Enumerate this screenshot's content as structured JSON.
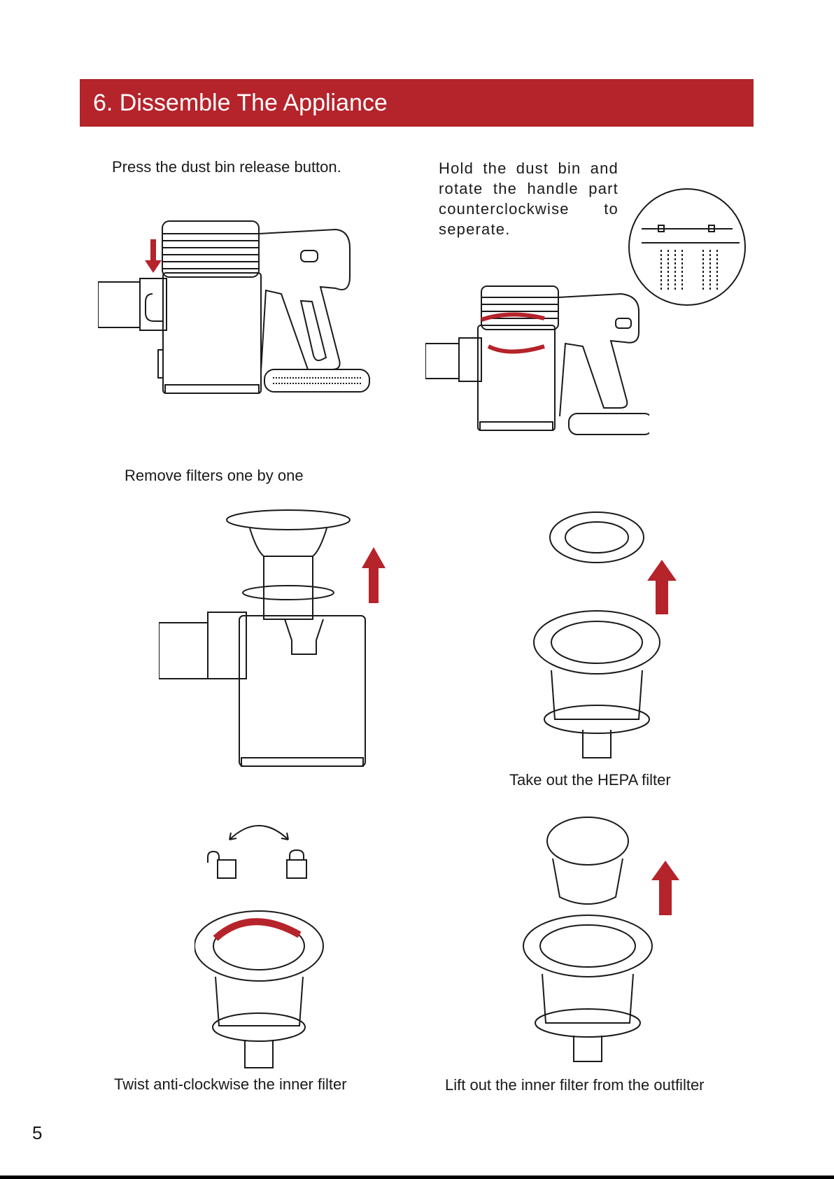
{
  "section": {
    "title": "6. Dissemble The Appliance"
  },
  "steps": {
    "release": {
      "caption": "Press the dust bin release button."
    },
    "rotate": {
      "caption": "Hold the dust bin and rotate the handle part counterclockwise to seperate."
    },
    "filters": {
      "caption": "Remove filters one by one"
    },
    "hepa": {
      "caption": "Take out the HEPA filter"
    },
    "twist": {
      "caption": "Twist anti-clockwise the inner filter"
    },
    "lift": {
      "caption": "Lift out the inner filter from the outfilter"
    }
  },
  "page_number": "5",
  "colors": {
    "brand_red": "#b5232b",
    "line": "#1a1a1a"
  },
  "icons": [
    "down-arrow-icon",
    "rotate-arrows-icon",
    "up-arrow-icon",
    "unlock-icon",
    "lock-icon",
    "curved-double-arrow-icon",
    "anticlockwise-arrow-icon"
  ]
}
